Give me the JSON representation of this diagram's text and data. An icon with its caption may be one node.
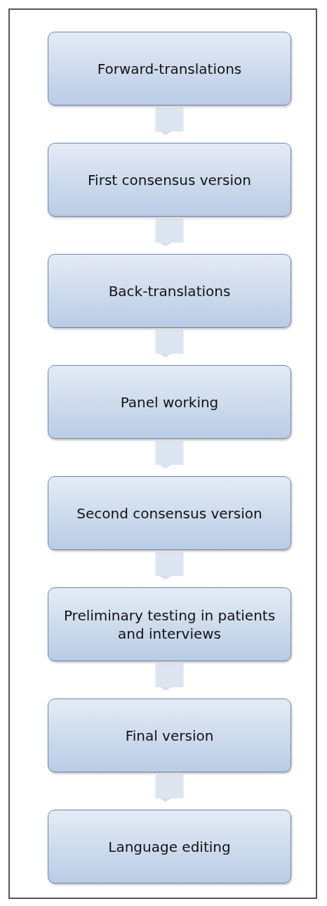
{
  "diagram": {
    "nodes": [
      {
        "text": [
          "Forward-translations"
        ]
      },
      {
        "text": [
          "First consensus version"
        ]
      },
      {
        "text": [
          "Back-translations"
        ]
      },
      {
        "text": [
          "Panel working"
        ]
      },
      {
        "text": [
          "Second consensus version"
        ]
      },
      {
        "text": [
          "Preliminary testing in patients and interviews"
        ]
      },
      {
        "text": [
          "Final version"
        ]
      },
      {
        "text": [
          "Language editing"
        ]
      }
    ],
    "edges": [
      {
        "from": 0,
        "to": 1,
        "arrow": "to"
      },
      {
        "from": 1,
        "to": 2,
        "arrow": "to"
      },
      {
        "from": 2,
        "to": 3,
        "arrow": "to"
      },
      {
        "from": 3,
        "to": 4,
        "arrow": "to"
      },
      {
        "from": 4,
        "to": 5,
        "arrow": "to"
      },
      {
        "from": 5,
        "to": 6,
        "arrow": "to"
      },
      {
        "from": 6,
        "to": 7,
        "arrow": "to"
      }
    ]
  }
}
